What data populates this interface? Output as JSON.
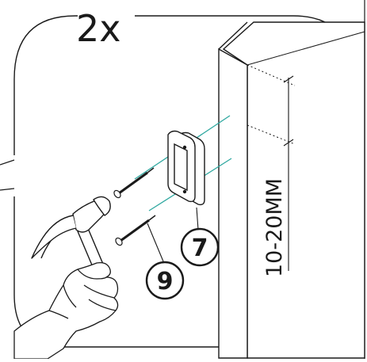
{
  "multiplier_label": "2x",
  "dimension_label": "10-20MM",
  "callouts": [
    {
      "id": "bracket",
      "number": "7"
    },
    {
      "id": "screws",
      "number": "9"
    }
  ],
  "colors": {
    "line": "#1a1a1a",
    "guide": "#2fa8a0",
    "background": "#ffffff"
  }
}
